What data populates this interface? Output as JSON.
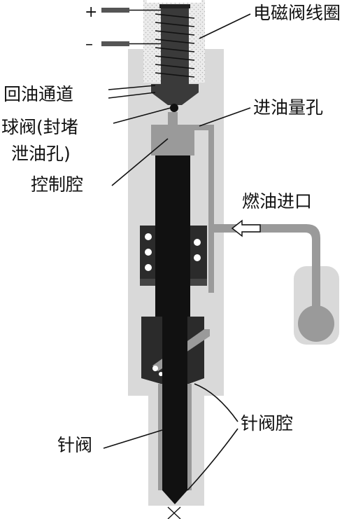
{
  "terminals": {
    "positive": "+",
    "negative": "–"
  },
  "labels": {
    "solenoid_coil": "电磁阀线圈",
    "return_passage": "回油通道",
    "ball_valve_line1": "球阀(封堵",
    "ball_valve_line2": "泄油孔)",
    "inlet_orifice": "进油量孔",
    "control_chamber": "控制腔",
    "fuel_inlet": "燃油进口",
    "needle_chamber": "针阀腔",
    "needle_valve": "针阀"
  },
  "colors": {
    "body_light": "#d9d9d9",
    "fuel_gray": "#9a9a9a",
    "part_dark": "#2b2b2b",
    "part_black": "#111111",
    "line": "#111111"
  }
}
